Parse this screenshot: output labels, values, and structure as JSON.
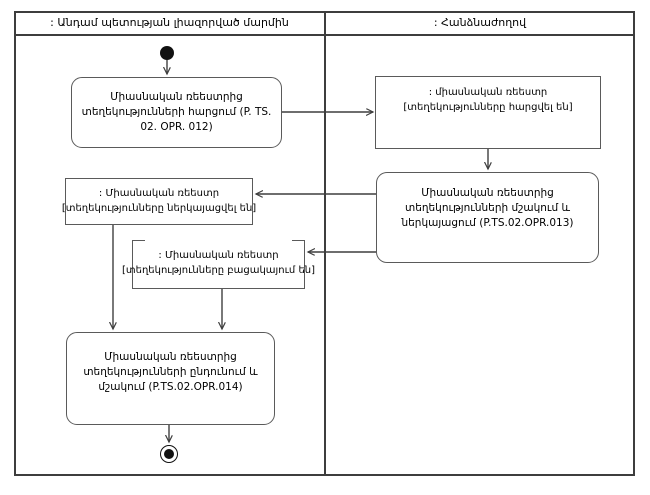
{
  "diagram": {
    "type": "uml-activity-diagram",
    "header": {
      "left_lane_title": ": Անդամ պետության լիազորված մարմին",
      "right_lane_title": ": Հանձնաժողով"
    },
    "nodes": {
      "activity_request": {
        "label": "Միասնական ռեեստրից տեղեկությունների հարցում (P. TS. 02. OPR. 012)"
      },
      "object_requested": {
        "name": ": միասնական ռեեստր",
        "state": "[տեղեկությունները հարցվել են]"
      },
      "activity_process": {
        "label": "Միասնական ռեեստրից տեղեկությունների մշակում և ներկայացում (P.TS.02.OPR.013)"
      },
      "object_presented": {
        "name": ": Միասնական ռեեստր",
        "state": "[տեղեկությունները ներկայացվել են]"
      },
      "object_missing": {
        "name": ": Միասնական ռեեստր",
        "state": "[տեղեկությունները բացակայում են]"
      },
      "activity_receive": {
        "label": "Միասնական ռեեստրից տեղեկությունների ընդունում և մշակում (P.TS.02.OPR.014)"
      }
    },
    "colors": {
      "frame_border": "#3d3d3d",
      "node_border": "#5a5a5a",
      "connector": "#3f3f3f",
      "text": "#000000",
      "background": "#ffffff"
    }
  }
}
